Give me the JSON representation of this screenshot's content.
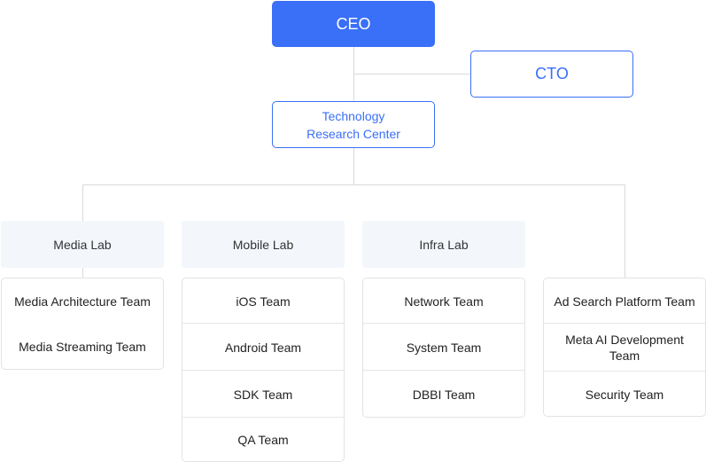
{
  "ceo": "CEO",
  "cto": "CTO",
  "research_center": {
    "line1": "Technology",
    "line2": "Research Center"
  },
  "labs": [
    {
      "name": "Media Lab",
      "teams": [
        "Media Architecture Team",
        "Media Streaming Team"
      ]
    },
    {
      "name": "Mobile Lab",
      "teams": [
        "iOS Team",
        "Android Team",
        "SDK Team",
        "QA Team"
      ]
    },
    {
      "name": "Infra Lab",
      "teams": [
        "Network Team",
        "System Team",
        "DBBI Team"
      ]
    }
  ],
  "other_teams": [
    "Ad Search Platform Team",
    "Meta AI Development Team",
    "Security Team"
  ],
  "colors": {
    "primary": "#3a6ff7",
    "lab_bg": "#f3f7fc",
    "connector": "#d9d9d9"
  }
}
